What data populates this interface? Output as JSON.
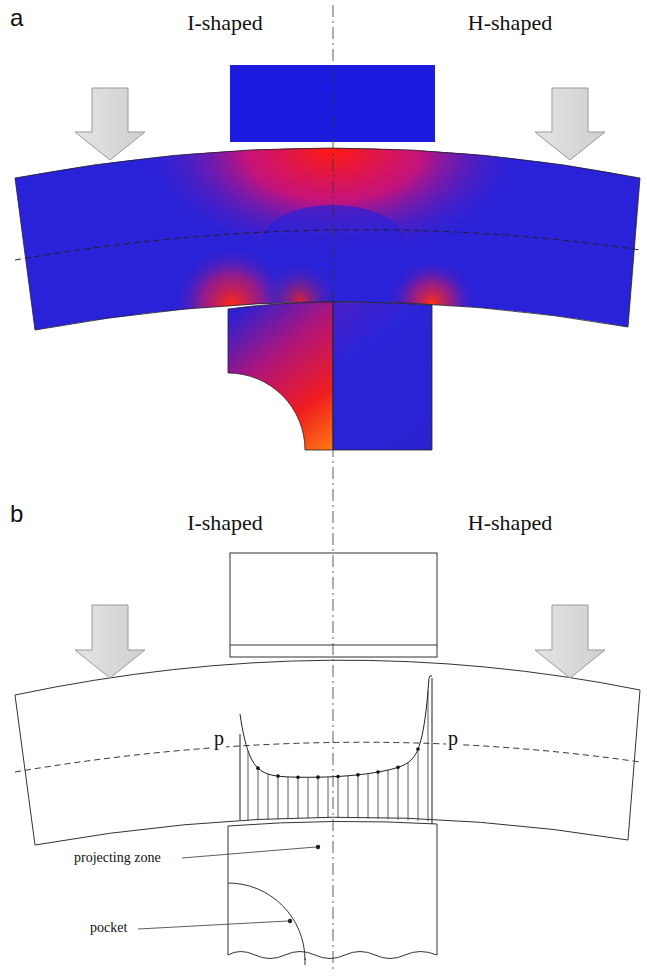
{
  "diagram": {
    "labels": [
      "a",
      "I-shaped",
      "H-shaped",
      "b",
      "I-shaped",
      "H-shaped",
      "p",
      "p",
      "projecting zone",
      "pocket"
    ]
  }
}
